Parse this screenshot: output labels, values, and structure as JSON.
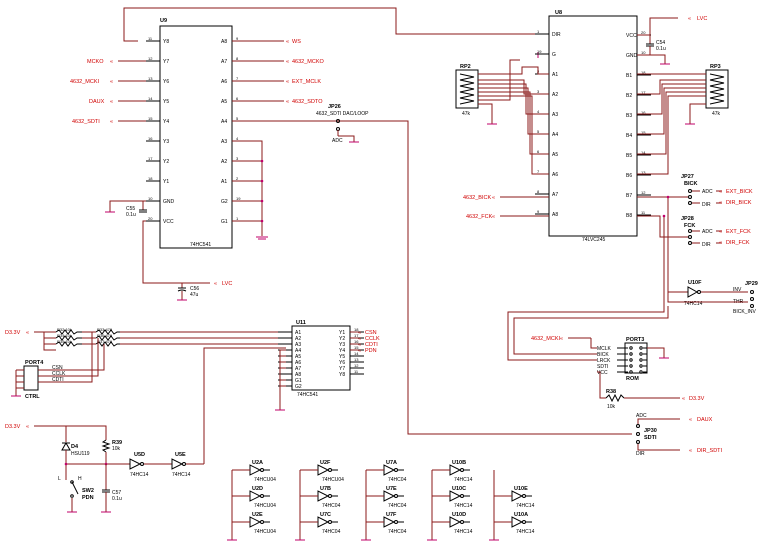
{
  "chips": {
    "u9": {
      "ref": "U9",
      "part": "74HC541"
    },
    "u8": {
      "ref": "U8",
      "part": "74LVC245"
    },
    "u11": {
      "ref": "U11",
      "part": "74HC541"
    },
    "rp2": {
      "ref": "RP2",
      "value": "47k"
    },
    "rp3": {
      "ref": "RP3",
      "value": "47k"
    },
    "rp4": {
      "ref": "RP4",
      "value": "47k"
    }
  },
  "u9_left_pins": [
    "Y8",
    "Y7",
    "Y6",
    "Y5",
    "Y4",
    "Y3",
    "Y2",
    "Y1",
    "GND",
    "VCC"
  ],
  "u9_left_nums": [
    "11",
    "12",
    "13",
    "14",
    "15",
    "16",
    "17",
    "18",
    "10",
    "20"
  ],
  "u9_right_pins": [
    "A8",
    "A7",
    "A6",
    "A5",
    "A4",
    "A3",
    "A2",
    "A1",
    "G2",
    "G1"
  ],
  "u9_right_nums": [
    "9",
    "8",
    "7",
    "6",
    "5",
    "4",
    "3",
    "2",
    "19",
    "1"
  ],
  "u8_left_pins": [
    "DIR",
    "G",
    "A1",
    "A2",
    "A3",
    "A4",
    "A5",
    "A6",
    "A7",
    "A8"
  ],
  "u8_left_nums": [
    "1",
    "19",
    "2",
    "3",
    "4",
    "5",
    "6",
    "7",
    "8",
    "9"
  ],
  "u8_right_pins": [
    "VCC",
    "GND",
    "B1",
    "B2",
    "B3",
    "B4",
    "B5",
    "B6",
    "B7",
    "B8"
  ],
  "u8_right_nums": [
    "20",
    "10",
    "18",
    "17",
    "16",
    "15",
    "14",
    "13",
    "12",
    "11"
  ],
  "u11_left_pins": [
    "A1",
    "A2",
    "A3",
    "A4",
    "A5",
    "A6",
    "A7",
    "A8",
    "G1",
    "G2"
  ],
  "u11_right_pins": [
    "Y1",
    "Y2",
    "Y3",
    "Y4",
    "Y5",
    "Y6",
    "Y7",
    "Y8"
  ],
  "u11_right_nums": [
    "18",
    "17",
    "16",
    "15",
    "14",
    "13",
    "12",
    "11"
  ],
  "nets": {
    "ws": "WS",
    "mcko_4632": "4632_MCKO",
    "ext_mclk": "EXT_MCLK",
    "sdto_4632": "4632_SDTO",
    "mcko": "MCKO",
    "mcki_4632_left": "4632_MCKI",
    "daux_left": "DAUX",
    "sdti_4632_left": "4632_SDTI",
    "lvc_top": "LVC",
    "lvc_bottom": "LVC",
    "bick_4632": "4632_BICK",
    "fck_4632": "4632_FCK",
    "ext_bick": "EXT_BICK",
    "dir_bick": "DIR_BICK",
    "ext_fck": "EXT_FCK",
    "dir_fck": "DIR_FCK",
    "mcki_4632_mid": "4632_MCKI",
    "daux_right": "DAUX",
    "dir_sdti": "DIR_SDTI",
    "d33_left1": "D3.3V",
    "d33_left2": "D3.3V",
    "d33_right": "D3.3V",
    "csn": "CSN",
    "cclk": "CCLK",
    "cdti": "CDTI",
    "pdn": "PDN"
  },
  "jumpers": {
    "jp26": {
      "ref": "JP26",
      "title": "4632_SDTI DAC/LOOP",
      "opt": "ADC"
    },
    "jp27": {
      "ref": "JP27",
      "title": "BICK",
      "a": "ADC",
      "b": "DIR"
    },
    "jp28": {
      "ref": "JP28",
      "title": "FCK",
      "a": "ADC",
      "b": "DIR"
    },
    "jp29": {
      "ref": "JP29",
      "a": "INV",
      "b": "THR",
      "net": "BICK_INV"
    },
    "jp30": {
      "ref": "JP30",
      "title": "SDTI",
      "a": "ADC",
      "b": "DIR"
    }
  },
  "caps": {
    "c54": {
      "ref": "C54",
      "value": "0.1u"
    },
    "c55": {
      "ref": "C55",
      "value": "0.1u"
    },
    "c56": {
      "ref": "C56",
      "value": "47u"
    },
    "c57": {
      "ref": "C57",
      "value": "0.1u"
    }
  },
  "resistors": [
    {
      "ref": "R32",
      "value": "10k"
    },
    {
      "ref": "R34",
      "value": "10k"
    },
    {
      "ref": "R35",
      "value": "10k"
    },
    {
      "ref": "R33",
      "value": "470"
    },
    {
      "ref": "R36",
      "value": "470"
    },
    {
      "ref": "R37",
      "value": "470"
    }
  ],
  "r38": {
    "ref": "R38",
    "value": "10k"
  },
  "r39": {
    "ref": "R39",
    "value": "10k"
  },
  "port3": {
    "ref": "PORT3",
    "name": "ROM",
    "pins": [
      "MCLK",
      "BICK",
      "LRCK",
      "SDTI",
      "VCC"
    ]
  },
  "port4": {
    "ref": "PORT4",
    "name": "CTRL",
    "pins": [
      "CSN",
      "CCLK",
      "CDTI"
    ]
  },
  "diode": {
    "ref": "D4",
    "part": "HSU119"
  },
  "switch": {
    "ref": "SW2",
    "name": "PDN",
    "h": "H",
    "l": "L"
  },
  "inverters": [
    {
      "ref": "U5D",
      "part": "74HC14"
    },
    {
      "ref": "U5E",
      "part": "74HC14"
    },
    {
      "ref": "U10F",
      "part": "74HC14"
    },
    {
      "ref": "U2A",
      "part": "74HCU04"
    },
    {
      "ref": "U2D",
      "part": "74HCU04"
    },
    {
      "ref": "U2E",
      "part": "74HCU04"
    },
    {
      "ref": "U2F",
      "part": "74HCU04"
    },
    {
      "ref": "U7B",
      "part": "74HC04"
    },
    {
      "ref": "U7C",
      "part": "74HC04"
    },
    {
      "ref": "U7A",
      "part": "74HC04"
    },
    {
      "ref": "U7E",
      "part": "74HC04"
    },
    {
      "ref": "U7F",
      "part": "74HC04"
    },
    {
      "ref": "U10B",
      "part": "74HC14"
    },
    {
      "ref": "U10C",
      "part": "74HC14"
    },
    {
      "ref": "U10D",
      "part": "74HC14"
    },
    {
      "ref": "U10E",
      "part": "74HC14"
    },
    {
      "ref": "U10A",
      "part": "74HC14"
    }
  ]
}
